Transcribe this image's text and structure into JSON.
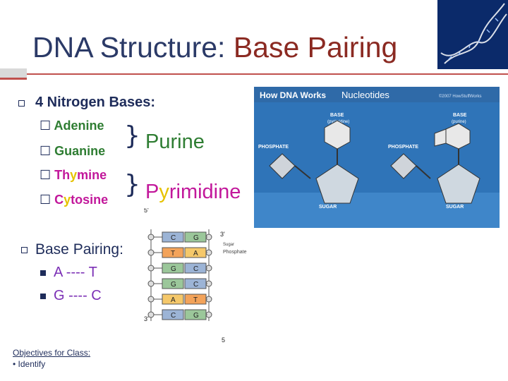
{
  "slide": {
    "title_part1": "DNA Structure: ",
    "title_part2": "Base Pairing"
  },
  "bullets": {
    "nitrogen_header": "4 Nitrogen Bases:",
    "adenine": "Adenine",
    "guanine": "Guanine",
    "thymine_a": "Th",
    "thymine_b": "y",
    "thymine_c": "mine",
    "cytosine_a": "C",
    "cytosine_b": "y",
    "cytosine_c": "tosine",
    "purine": "Purine",
    "pyrimidine_a": "P",
    "pyrimidine_b": "y",
    "pyrimidine_c": "rimidine",
    "pairing_header": "Base Pairing:",
    "pair1": "A ---- T",
    "pair2": "G ---- C"
  },
  "diagram": {
    "title_a": "How DNA Works",
    "title_b": "Nucleotides",
    "copyright": "©2007 HowStuffWorks",
    "base_pyrimidine_1": "BASE",
    "base_pyrimidine_2": "(pyrimidine)",
    "base_purine_1": "BASE",
    "base_purine_2": "(purine)",
    "phosphate_left": "PHOSPHATE",
    "phosphate_right": "PHOSPHATE",
    "sugar_left": "SUGAR",
    "sugar_right": "SUGAR"
  },
  "ladder": {
    "five_top": "5'",
    "three_top": "3'",
    "three_bottom": "3'",
    "five_bottom": "5",
    "sugar_label": "Sugar",
    "phosphate_label": "Phosphate",
    "pairs": [
      {
        "left": "C",
        "right": "G"
      },
      {
        "left": "T",
        "right": "A"
      },
      {
        "left": "G",
        "right": "C"
      },
      {
        "left": "G",
        "right": "C"
      },
      {
        "left": "A",
        "right": "T"
      },
      {
        "left": "C",
        "right": "G"
      }
    ]
  },
  "footer": {
    "objectives_title": "Objectives for Class:",
    "objectives_item": "• Identify"
  },
  "colors": {
    "title_blue": "#2b3a67",
    "title_red": "#8b2a22",
    "purine_green": "#2e7d32",
    "pyrimidine_magenta": "#c2189b",
    "yellow": "#e6c200",
    "accent_rule": "#c0504d"
  }
}
